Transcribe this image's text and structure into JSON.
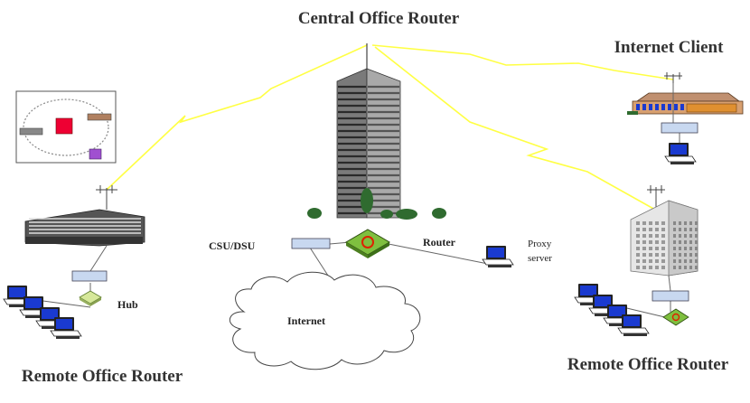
{
  "labels": {
    "central": "Central Office Router",
    "internet_client": "Internet Client",
    "remote_left": "Remote Office Router",
    "remote_right": "Remote Office Router",
    "csu_dsu": "CSU/DSU",
    "router": "Router",
    "proxy_line1": "Proxy",
    "proxy_line2": "server",
    "hub": "Hub",
    "internet": "Internet"
  },
  "colors": {
    "link": "#ffff44",
    "device": "#c8d8f0",
    "monitor": "#1a3ad0",
    "router": "#7fbf3f",
    "tree": "#2f6b2f",
    "token_red": "#ee0033",
    "token_purple": "#a050d0"
  }
}
